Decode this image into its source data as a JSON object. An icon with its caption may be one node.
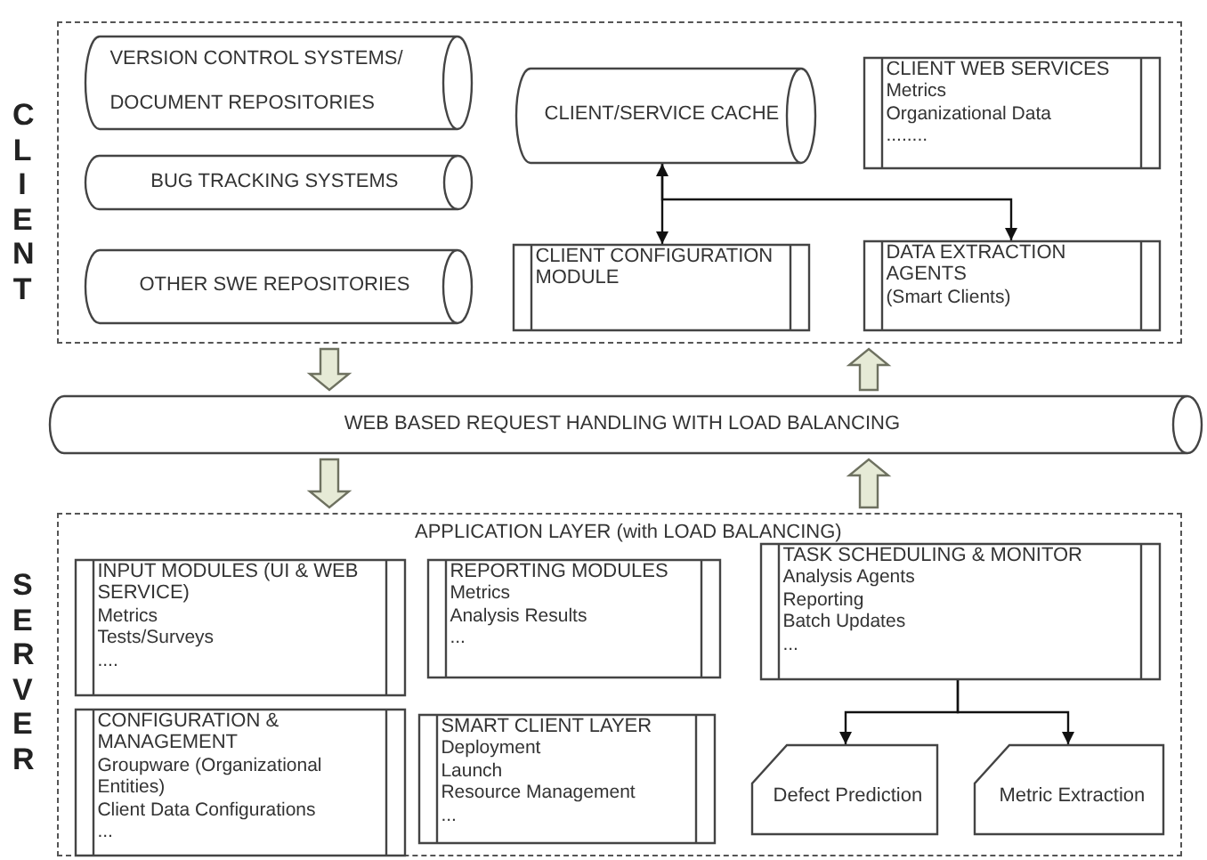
{
  "diagram": {
    "nodes": [
      {
        "text": [
          "CLIENT"
        ]
      },
      {
        "text": [
          "VERSION CONTROL SYSTEMS/ DOCUMENT REPOSITORIES"
        ],
        "in": 0
      },
      {
        "text": [
          "BUG TRACKING SYSTEMS"
        ],
        "in": 0
      },
      {
        "text": [
          "OTHER SWE REPOSITORIES"
        ],
        "in": 0
      },
      {
        "text": [
          "CLIENT/SERVICE CACHE"
        ],
        "in": 0
      },
      {
        "text": [
          "CLIENT WEB SERVICES",
          "Metrics",
          "Organizational Data",
          "........"
        ],
        "in": 0
      },
      {
        "text": [
          "CLIENT CONFIGURATION MODULE"
        ],
        "in": 0
      },
      {
        "text": [
          "DATA EXTRACTION AGENTS",
          "(Smart Clients)"
        ],
        "in": 0
      },
      {
        "text": [
          "WEB BASED REQUEST HANDLING WITH LOAD BALANCING"
        ]
      },
      {
        "text": [
          "SERVER",
          "APPLICATION LAYER (with LOAD BALANCING)"
        ]
      },
      {
        "text": [
          "INPUT MODULES  (UI & WEB SERVICE)",
          "Metrics",
          "Tests/Surveys",
          "...."
        ],
        "in": 9
      },
      {
        "text": [
          "REPORTING MODULES",
          "Metrics",
          "Analysis Results",
          "..."
        ],
        "in": 9
      },
      {
        "text": [
          "TASK SCHEDULING & MONITOR",
          "Analysis Agents",
          "Reporting",
          "Batch Updates",
          "..."
        ],
        "in": 9
      },
      {
        "text": [
          "CONFIGURATION & MANAGEMENT",
          "Groupware (Organizational Entities)",
          "Client Data Configurations",
          "..."
        ],
        "in": 9
      },
      {
        "text": [
          "SMART CLIENT LAYER",
          "Deployment",
          "Launch",
          "Resource Management",
          "..."
        ],
        "in": 9
      },
      {
        "text": [
          "Defect Prediction"
        ],
        "in": 9
      },
      {
        "text": [
          "Metric Extraction"
        ],
        "in": 9
      }
    ],
    "edges": [
      {
        "from": 4,
        "to": 6,
        "arrow": "both"
      },
      {
        "from": 4,
        "to": 7,
        "arrow": "to"
      },
      {
        "from": 12,
        "to": 15,
        "arrow": "to"
      },
      {
        "from": 12,
        "to": 16,
        "arrow": "to"
      },
      {
        "from": 0,
        "to": 8,
        "arrow": "to",
        "style": "thick"
      },
      {
        "from": 8,
        "to": 0,
        "arrow": "to",
        "style": "thick"
      },
      {
        "from": 8,
        "to": 9,
        "arrow": "to",
        "style": "thick"
      },
      {
        "from": 9,
        "to": 8,
        "arrow": "to",
        "style": "thick"
      }
    ]
  }
}
